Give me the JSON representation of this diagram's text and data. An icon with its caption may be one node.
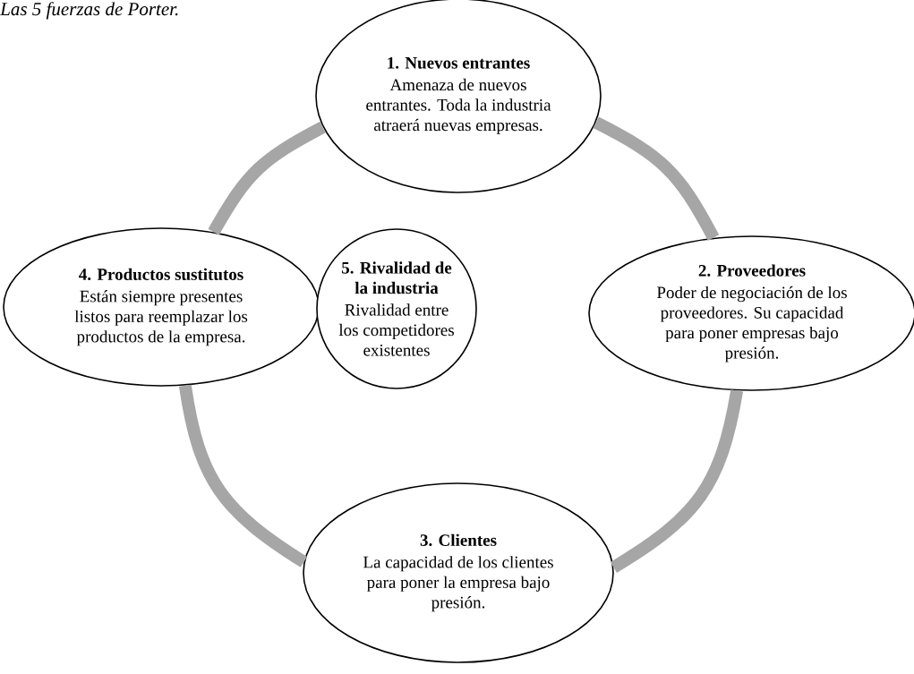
{
  "diagram": {
    "title": "Las 5 fuerzas de Porter.",
    "nodes": [
      {
        "text": [
          "1. Nuevos entrantes",
          "Amenaza de nuevos entrantes. Toda la industria atraerá nuevas empresas."
        ]
      },
      {
        "text": [
          "4. Productos sustitutos",
          "Están siempre presentes listos para reemplazar los productos de la empresa."
        ]
      },
      {
        "text": [
          "5. Rivalidad de la industria",
          "Rivalidad entre los competidores existentes"
        ]
      },
      {
        "text": [
          "2. Proveedores",
          "Poder de negociación de los proveedores. Su capacidad  para poner empresas bajo presión."
        ]
      },
      {
        "text": [
          "3. Clientes",
          "La capacidad de los clientes para poner la empresa bajo presión."
        ]
      }
    ],
    "edges": [
      {
        "from": 0,
        "to": 3,
        "arrow": "none"
      },
      {
        "from": 3,
        "to": 4,
        "arrow": "none"
      },
      {
        "from": 4,
        "to": 1,
        "arrow": "none"
      },
      {
        "from": 1,
        "to": 0,
        "arrow": "none"
      }
    ]
  }
}
